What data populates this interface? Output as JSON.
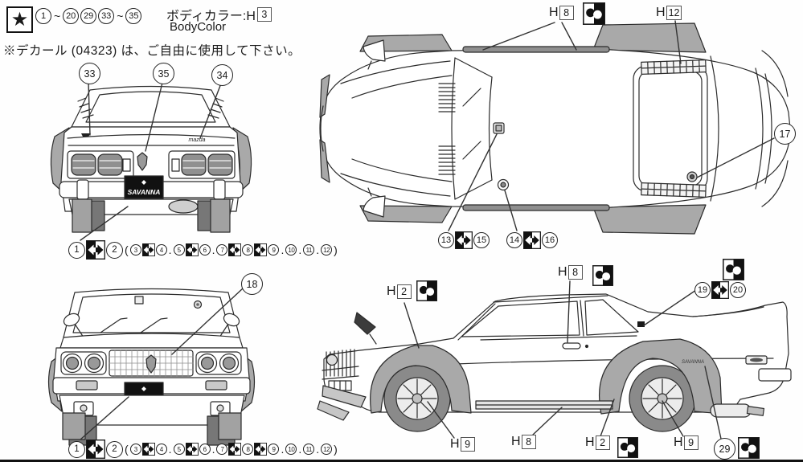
{
  "header": {
    "star": "★",
    "parts_range": [
      {
        "t": "c",
        "v": "1"
      },
      {
        "t": "t",
        "v": "~"
      },
      {
        "t": "c",
        "v": "20"
      },
      {
        "t": "c",
        "v": "29"
      },
      {
        "t": "c",
        "v": "33"
      },
      {
        "t": "t",
        "v": "~"
      },
      {
        "t": "c",
        "v": "35"
      }
    ],
    "body_color_label": "ボディカラー:H",
    "body_color_code": "3",
    "body_color_en": "BodyColor",
    "decal_note": "※デカール (04323) は、ご自由に使用して下さい。"
  },
  "icons": {
    "arrow_swatch": "black-white-interchange-arrow-marker",
    "dot_swatch": "black-white-two-dot-marker",
    "star": "star-icon"
  },
  "colors": {
    "line": "#2b2b2b",
    "flare_gray": "#a9a9a9",
    "tire_gray": "#8a8a8a",
    "plate_black": "#111111"
  },
  "paint_labels": {
    "top_h8": {
      "prefix": "H",
      "code": "8"
    },
    "top_h12": {
      "prefix": "H",
      "code": "12"
    },
    "side_h8_door": {
      "prefix": "H",
      "code": "8"
    },
    "side_h2_front": {
      "prefix": "H",
      "code": "2"
    },
    "side_h9_front": {
      "prefix": "H",
      "code": "9"
    },
    "side_h8_sill": {
      "prefix": "H",
      "code": "8"
    },
    "side_h2_rear": {
      "prefix": "H",
      "code": "2"
    },
    "side_h9_rear": {
      "prefix": "H",
      "code": "9"
    }
  },
  "callouts": {
    "rear_left_emblem": "33",
    "rear_center_emblem": "35",
    "rear_mazda_badge": "34",
    "fuel_cap": "17",
    "front_grille_emblem": "18",
    "side_stripe_decal": "29"
  },
  "decal_rows": {
    "main": [
      {
        "t": "c",
        "v": "1",
        "s": "lg"
      },
      {
        "t": "sw",
        "s": "lg"
      },
      {
        "t": "c",
        "v": "2",
        "s": "lg"
      },
      {
        "t": "t",
        "v": "("
      },
      {
        "t": "c",
        "v": "3",
        "s": "sm"
      },
      {
        "t": "sw",
        "s": "sm"
      },
      {
        "t": "c",
        "v": "4",
        "s": "sm"
      },
      {
        "t": "t",
        "v": "."
      },
      {
        "t": "c",
        "v": "5",
        "s": "sm"
      },
      {
        "t": "sw",
        "s": "sm"
      },
      {
        "t": "c",
        "v": "6",
        "s": "sm"
      },
      {
        "t": "t",
        "v": "."
      },
      {
        "t": "c",
        "v": "7",
        "s": "sm"
      },
      {
        "t": "sw",
        "s": "sm"
      },
      {
        "t": "c",
        "v": "8",
        "s": "sm"
      },
      {
        "t": "sw",
        "s": "sm"
      },
      {
        "t": "c",
        "v": "9",
        "s": "sm"
      },
      {
        "t": "t",
        "v": "."
      },
      {
        "t": "c",
        "v": "10",
        "s": "sm"
      },
      {
        "t": "t",
        "v": "."
      },
      {
        "t": "c",
        "v": "11",
        "s": "sm"
      },
      {
        "t": "t",
        "v": "."
      },
      {
        "t": "c",
        "v": "12",
        "s": "sm"
      },
      {
        "t": "t",
        "v": ")"
      }
    ],
    "pair_13_15": [
      {
        "t": "c",
        "v": "13"
      },
      {
        "t": "sw"
      },
      {
        "t": "c",
        "v": "15"
      }
    ],
    "pair_14_16": [
      {
        "t": "c",
        "v": "14"
      },
      {
        "t": "sw"
      },
      {
        "t": "c",
        "v": "16"
      }
    ],
    "pair_19_20": [
      {
        "t": "c",
        "v": "19"
      },
      {
        "t": "sw"
      },
      {
        "t": "c",
        "v": "20"
      }
    ]
  },
  "vehicle": {
    "license_plate": "SAVANNA",
    "rear_badge": "mazda",
    "side_stripe_text": "SAVANNA"
  }
}
